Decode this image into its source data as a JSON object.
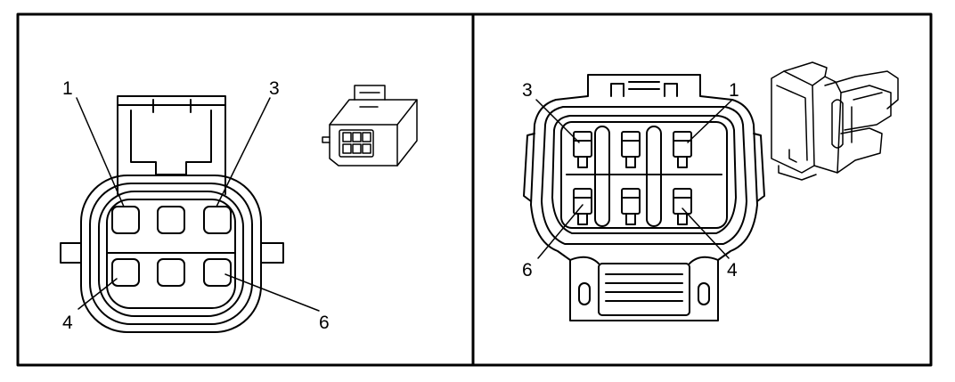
{
  "left_panel": {
    "title": "",
    "pin_labels": {
      "pin1": "1",
      "pin3": "3",
      "pin4": "4",
      "pin6": "6"
    },
    "thumbnail_icon": "connector-thumbnail-icon"
  },
  "right_panel": {
    "title": "",
    "pin_labels": {
      "pin3": "3",
      "pin1": "1",
      "pin6": "6",
      "pin4": "4"
    },
    "thumbnail_icon": "connector-thumbnail-icon"
  },
  "colors": {
    "line": "#000000",
    "background": "#ffffff"
  }
}
